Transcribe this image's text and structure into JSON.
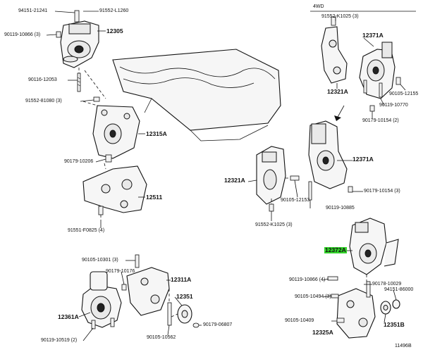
{
  "callouts": {
    "p94151_21241": "94151-21241",
    "p91552_l1260": "91552-L1260",
    "p90119_10866_3_top": "90119-10866 (3)",
    "p12305": "12305",
    "p90116_12053": "90116-12053",
    "p91552_81080_3": "91552-81080 (3)",
    "p12315a": "12315A",
    "p90179_10206": "90179-10206",
    "p12511": "12511",
    "p91551_f0825_4": "91551-F0825 (4)",
    "p4wd": "4WD",
    "p91552_k1025_3_top": "91552-K1025 (3)",
    "p12371a_top": "12371A",
    "p12321a_top": "12321A",
    "p90105_12155": "90105-12155",
    "p90119_10770": "90119-10770",
    "p90179_10154_2": "90179-10154 (2)",
    "p12371a_mid": "12371A",
    "p12321a_mid": "12321A",
    "p90179_10154_3": "90179-10154 (3)",
    "p90105_12153": "90105-12153",
    "p90119_10885": "90119-10885",
    "p91552_k1025_3_mid": "91552-K1025 (3)",
    "p12372a": "12372A",
    "p90119_10866_4": "90119-10866 (4)",
    "p90105_10494_3": "90105-10494 (3)",
    "p90178_10029": "90178-10029",
    "p94151_86000": "94151-86000",
    "p90105_10409": "90105-10409",
    "p12325a": "12325A",
    "p12351b": "12351B",
    "p90105_10301_3": "90105-10301 (3)",
    "p90179_10176": "90179-10176",
    "p12311a": "12311A",
    "p12351": "12351",
    "p12361a": "12361A",
    "p90179_06807": "90179-06807",
    "p90105_10562": "90105-10562",
    "p90119_10519_2": "90119-10519 (2)",
    "p1149": "11496B"
  },
  "colors": {
    "highlight": "#33d42a",
    "line": "#111111",
    "background": "#ffffff"
  }
}
